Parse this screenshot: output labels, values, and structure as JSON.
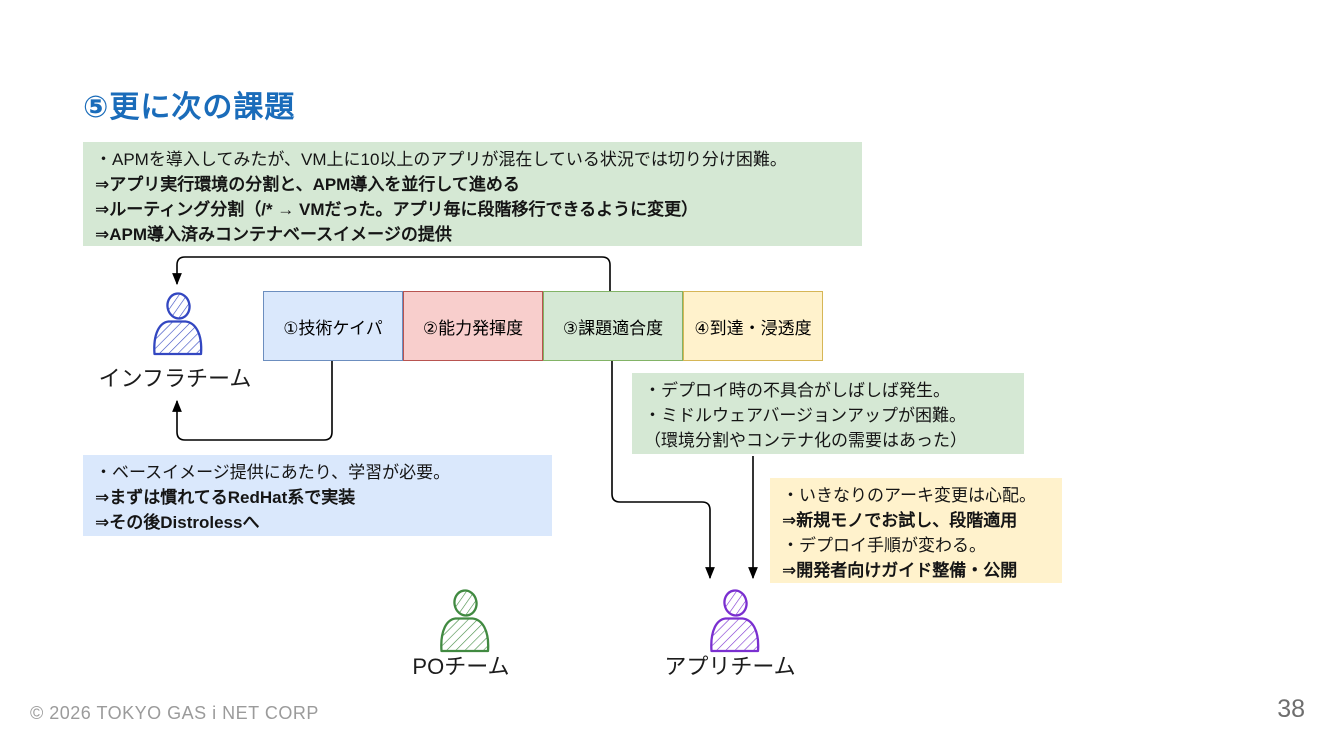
{
  "page": {
    "title": "⑤更に次の課題",
    "title_color": "#1a6cba",
    "footer": "© 2026 TOKYO GAS i NET CORP",
    "page_number": "38"
  },
  "notes": {
    "apm": {
      "bg": "#d5e8d4",
      "lines": [
        {
          "text": "・APMを導入してみたが、VM上に10以上のアプリが混在している状況では切り分け困難。",
          "bold": false
        },
        {
          "text": "⇒アプリ実行環境の分割と、APM導入を並行して進める",
          "bold": true
        },
        {
          "text": "⇒ルーティング分割（/* → VMだった。アプリ毎に段階移行できるように変更）",
          "bold": true
        },
        {
          "text": "⇒APM導入済みコンテナベースイメージの提供",
          "bold": true
        }
      ]
    },
    "deploy": {
      "bg": "#d5e8d4",
      "lines": [
        {
          "text": "・デプロイ時の不具合がしばしば発生。",
          "bold": false
        },
        {
          "text": "・ミドルウェアバージョンアップが困難。",
          "bold": false
        },
        {
          "text": "（環境分割やコンテナ化の需要はあった）",
          "bold": false
        }
      ]
    },
    "base_image": {
      "bg": "#dae8fc",
      "lines": [
        {
          "text": "・ベースイメージ提供にあたり、学習が必要。",
          "bold": false
        },
        {
          "text": "⇒まずは慣れてるRedHat系で実装",
          "bold": true
        },
        {
          "text": "⇒その後Distrolessへ",
          "bold": true
        }
      ]
    },
    "arch": {
      "bg": "#fff2cc",
      "lines": [
        {
          "text": "・いきなりのアーキ変更は心配。",
          "bold": false
        },
        {
          "text": "⇒新規モノでお試し、段階適用",
          "bold": true
        },
        {
          "text": "・デプロイ手順が変わる。",
          "bold": false
        },
        {
          "text": "⇒開発者向けガイド整備・公開",
          "bold": true
        }
      ]
    }
  },
  "stages": [
    {
      "label": "①技術ケイパ",
      "fill": "#dae8fc",
      "stroke": "#6c8ebf"
    },
    {
      "label": "②能力発揮度",
      "fill": "#f8cecc",
      "stroke": "#b85450"
    },
    {
      "label": "③課題適合度",
      "fill": "#d5e8d4",
      "stroke": "#82b366"
    },
    {
      "label": "④到達・浸透度",
      "fill": "#fff2cc",
      "stroke": "#d6b656"
    }
  ],
  "teams": {
    "infra": {
      "label": "インフラチーム",
      "color": "#3347c1"
    },
    "po": {
      "label": "POチーム",
      "color": "#418a41"
    },
    "app": {
      "label": "アプリチーム",
      "color": "#7a2fd0"
    }
  },
  "arrow_color": "#000000"
}
